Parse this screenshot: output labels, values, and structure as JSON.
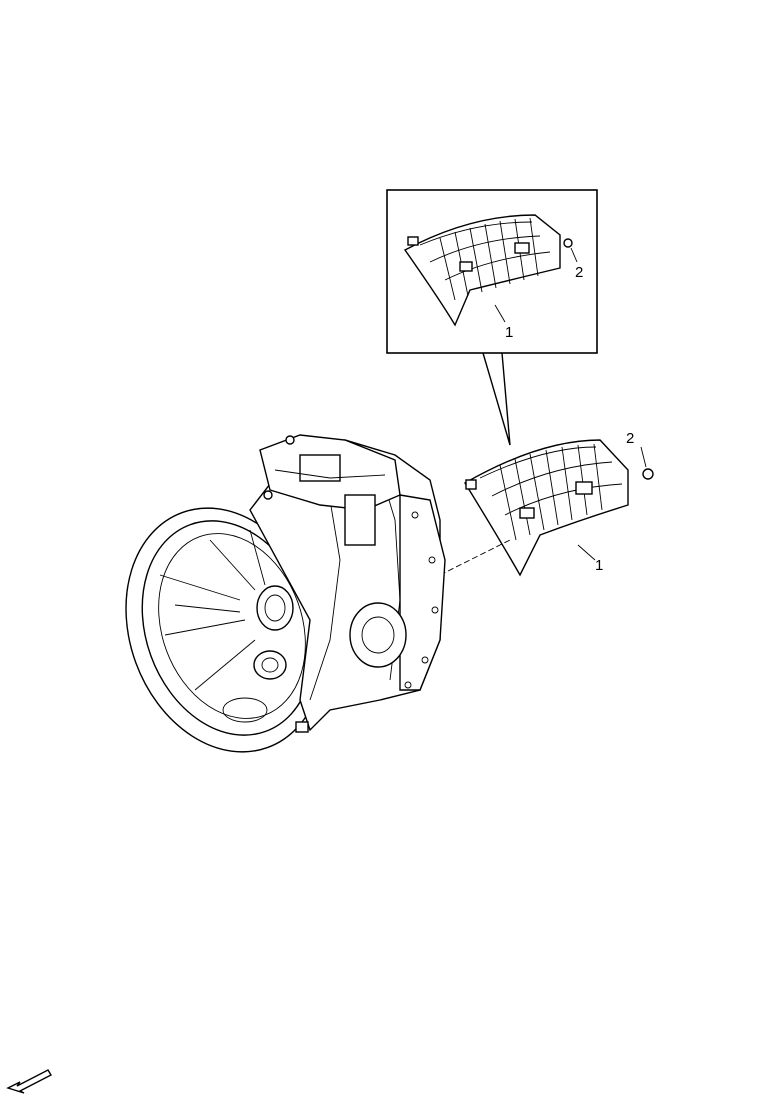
{
  "callouts": {
    "inset_part": "1",
    "inset_fastener": "2",
    "main_part": "1",
    "main_fastener": "2"
  },
  "icons": {
    "orientation": "direction-arrow-icon"
  }
}
